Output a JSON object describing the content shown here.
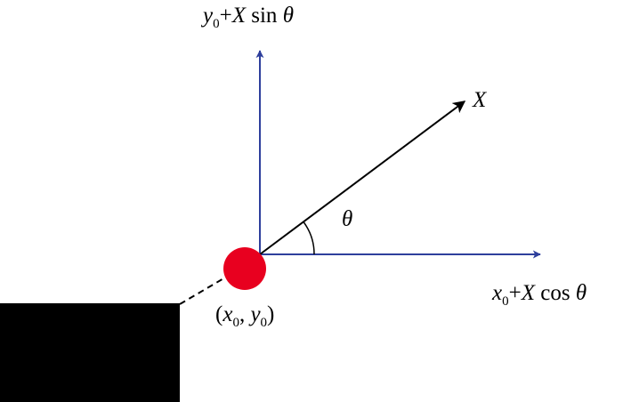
{
  "colors": {
    "axis": "#2e3f9c",
    "vector": "#000000",
    "point": "#e8001f",
    "block": "#000000",
    "background": "#ffffff"
  },
  "labels": {
    "y_axis": {
      "var": "y",
      "sub": "0",
      "plus": "+",
      "X": "X",
      "func": "sin",
      "angle": "θ"
    },
    "x_axis": {
      "var": "x",
      "sub": "0",
      "plus": "+",
      "X": "X",
      "func": "cos",
      "angle": "θ"
    },
    "vector": "X",
    "angle": "θ",
    "origin": {
      "open": "(",
      "x": "x",
      "x_sub": "0",
      "comma": ", ",
      "y": "y",
      "y_sub": "0",
      "close": ")"
    }
  }
}
